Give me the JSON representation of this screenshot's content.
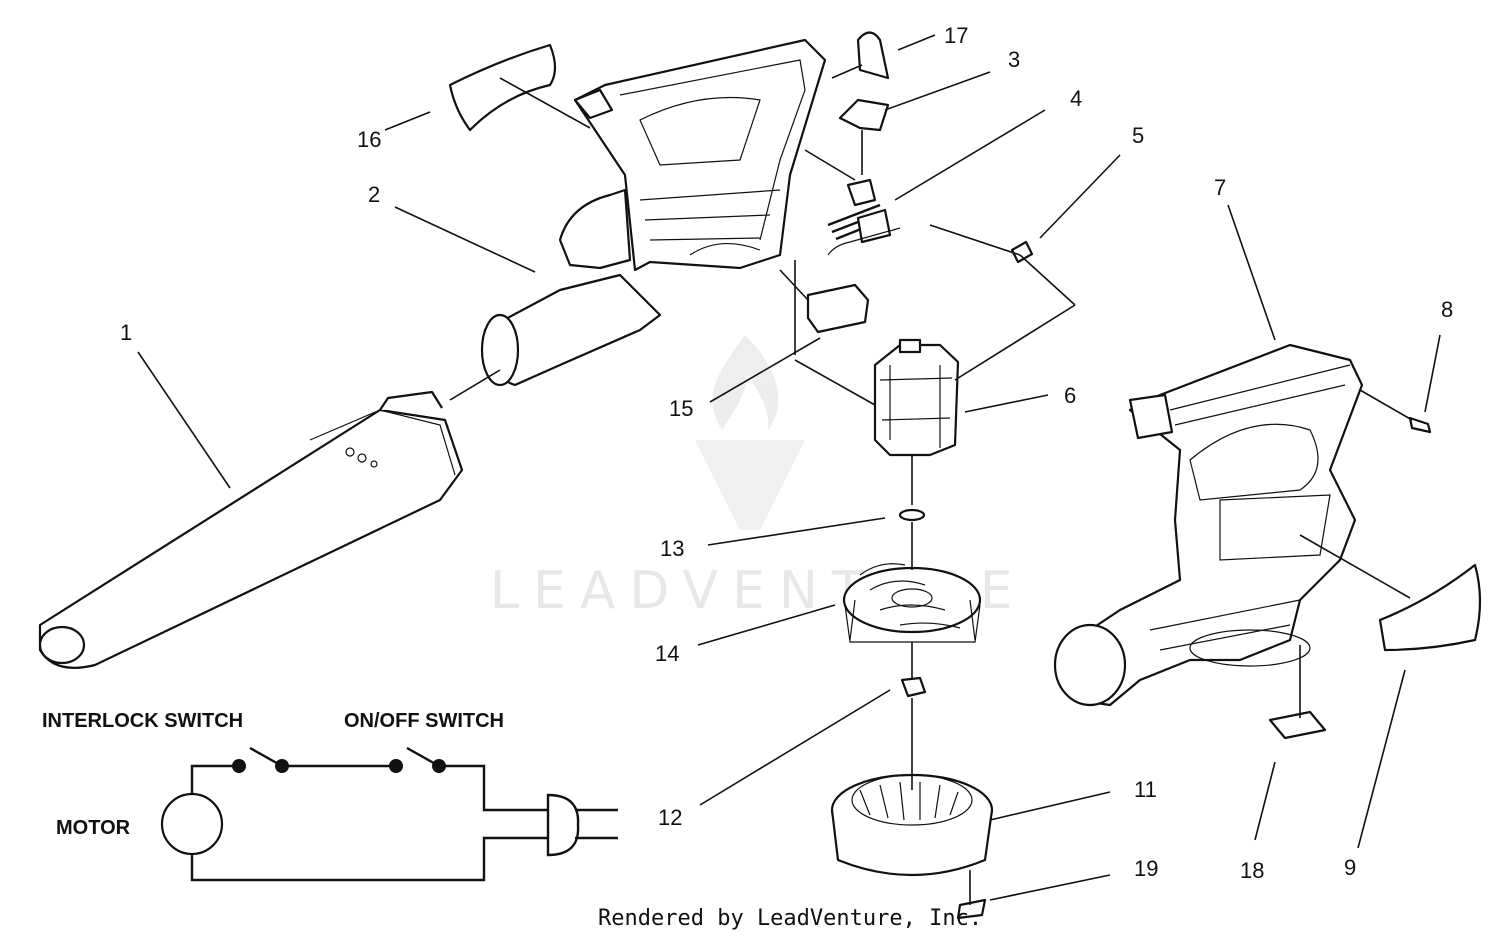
{
  "watermark": "LEADVENTURE",
  "footer": "Rendered by LeadVenture, Inc.",
  "schematic": {
    "interlock_label": "INTERLOCK SWITCH",
    "onoff_label": "ON/OFF SWITCH",
    "motor_label": "MOTOR"
  },
  "callouts": [
    "1",
    "2",
    "3",
    "4",
    "5",
    "6",
    "7",
    "8",
    "9",
    "11",
    "12",
    "13",
    "14",
    "15",
    "16",
    "17",
    "18",
    "19"
  ]
}
